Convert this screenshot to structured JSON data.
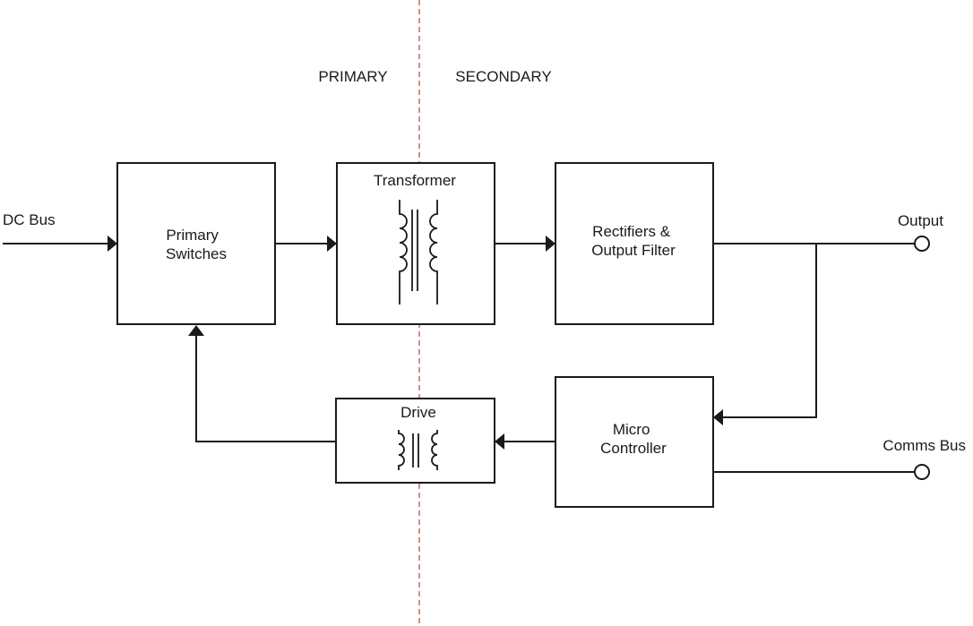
{
  "regions": {
    "primary": "PRIMARY",
    "secondary": "SECONDARY"
  },
  "blocks": {
    "primary_switches": [
      "Primary",
      "Switches"
    ],
    "transformer": "Transformer",
    "rectifiers": [
      "Rectifiers &",
      "Output Filter"
    ],
    "drive": "Drive",
    "micro_controller": [
      "Micro",
      "Controller"
    ]
  },
  "terminals": {
    "dc_bus": "DC Bus",
    "output": "Output",
    "comms_bus": "Comms Bus"
  },
  "colors": {
    "isolation_line": "#c0504d",
    "stroke": "#1a1a1a"
  }
}
